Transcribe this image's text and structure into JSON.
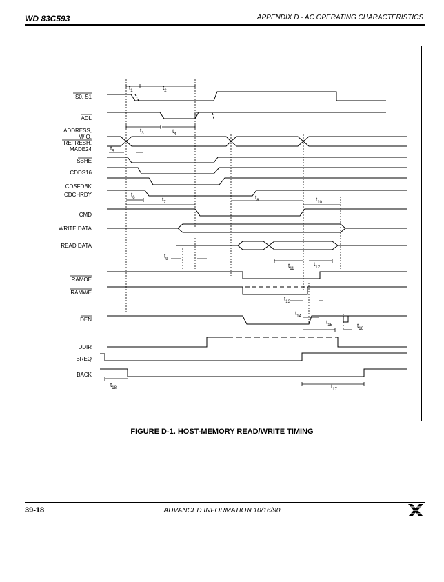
{
  "header": {
    "left": "WD 83C593",
    "right": "APPENDIX D - AC OPERATING CHARACTERISTICS"
  },
  "figure": {
    "caption": "FIGURE D-1.  HOST-MEMORY READ/WRITE TIMING",
    "signals": {
      "s0s1": "S0, S1",
      "adl": "ADL",
      "address": "ADDRESS,",
      "mio": "M/IO,",
      "refresh": "REFRESH,",
      "made24": "MADE24",
      "sbhe": "SBHE",
      "cdds16": "CDDS16",
      "cdsfdbk": "CDSFDBK",
      "cdchrdy": "CDCHRDY",
      "cmd": "CMD",
      "write_data": "WRITE DATA",
      "read_data": "READ DATA",
      "ramoe": "RAMOE",
      "ramwe": "RAMWE",
      "den": "DEN",
      "ddir": "DDIR",
      "breq": "BREQ",
      "back": "BACK"
    },
    "timing_params": [
      "1",
      "2",
      "3",
      "4",
      "5",
      "6",
      "7",
      "8",
      "9",
      "10",
      "11",
      "12",
      "13",
      "14",
      "15",
      "16",
      "17",
      "18"
    ]
  },
  "footer": {
    "page": "39-18",
    "center": "ADVANCED INFORMATION 10/16/90"
  }
}
